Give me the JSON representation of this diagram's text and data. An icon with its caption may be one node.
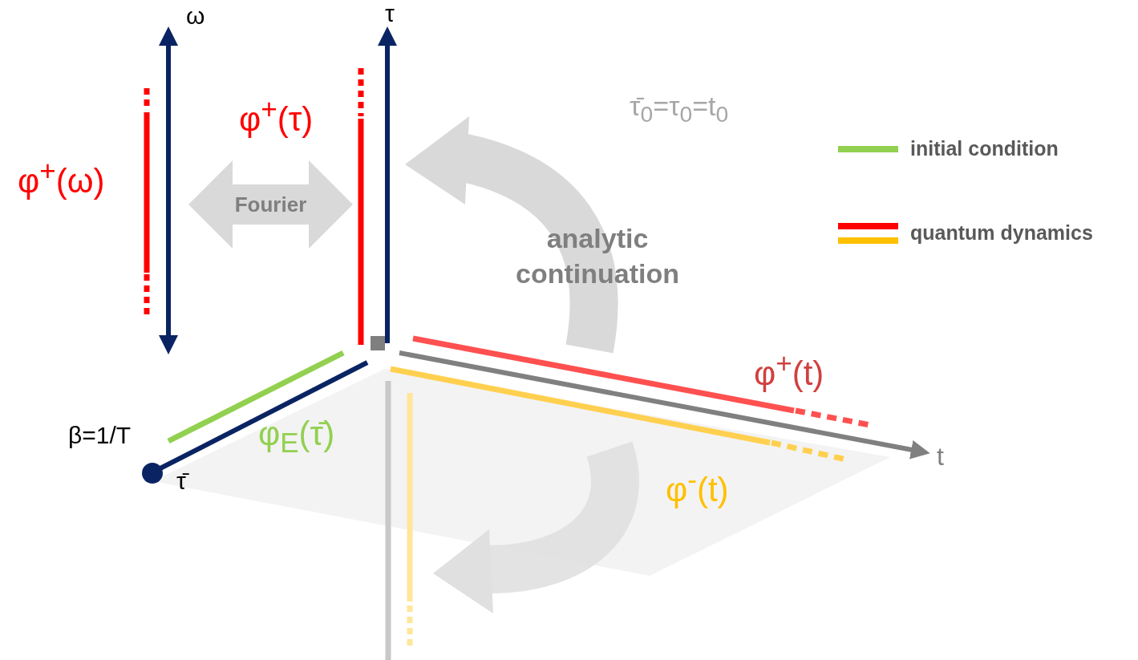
{
  "diagram": {
    "nodes": [
      {
        "text": [
          "Fourier"
        ]
      }
    ],
    "edges": [],
    "labels": [
      "ω",
      "τ",
      "φ$^{+}$(ω)",
      "φ$^{+}$(τ)",
      "τ̄$_{0}$=τ$_{0}$=t$_{0}$",
      "analytic continuation",
      "φ$^{+}$(t)",
      "β=1/T",
      "φ$_{E}$(τ̄)",
      "t",
      "τ̄",
      "φ$^{-}$(t)"
    ],
    "legend": [
      {
        "text": "initial condition",
        "color": "#92d050"
      },
      {
        "text": "quantum dynamics"
      }
    ]
  }
}
